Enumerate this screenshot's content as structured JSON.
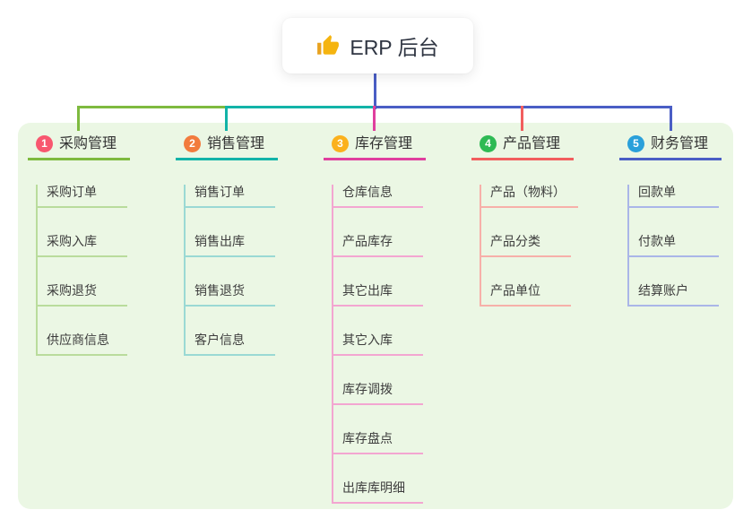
{
  "root": {
    "label": "ERP 后台",
    "icon": "thumbs-up-icon",
    "stem_color": "#4a5ec5"
  },
  "colors": {
    "backdrop": "#ebf7e4",
    "card_bg": "#ffffff",
    "title_text": "#333333",
    "item_text": "#3d3d3d"
  },
  "branches": [
    {
      "badge": "1",
      "title": "采购管理",
      "badge_color": "#f8576f",
      "line_color": "#7eba3f",
      "line_light": "#b9dc9c",
      "items": [
        "采购订单",
        "采购入库",
        "采购退货",
        "供应商信息"
      ]
    },
    {
      "badge": "2",
      "title": "销售管理",
      "badge_color": "#f27b3d",
      "line_color": "#12b3a8",
      "line_light": "#9ad9d4",
      "items": [
        "销售订单",
        "销售出库",
        "销售退货",
        "客户信息"
      ]
    },
    {
      "badge": "3",
      "title": "库存管理",
      "badge_color": "#fbb11d",
      "line_color": "#e03f9e",
      "line_light": "#f3a6d1",
      "items": [
        "仓库信息",
        "产品库存",
        "其它出库",
        "其它入库",
        "库存调拨",
        "库存盘点",
        "出库库明细"
      ]
    },
    {
      "badge": "4",
      "title": "产品管理",
      "badge_color": "#2eba54",
      "line_color": "#f25e5e",
      "line_light": "#f7b0a9",
      "items": [
        "产品（物料）",
        "产品分类",
        "产品单位"
      ]
    },
    {
      "badge": "5",
      "title": "财务管理",
      "badge_color": "#2aa0da",
      "line_color": "#4a5ec5",
      "line_light": "#aab6e8",
      "items": [
        "回款单",
        "付款单",
        "结算账户"
      ]
    }
  ]
}
